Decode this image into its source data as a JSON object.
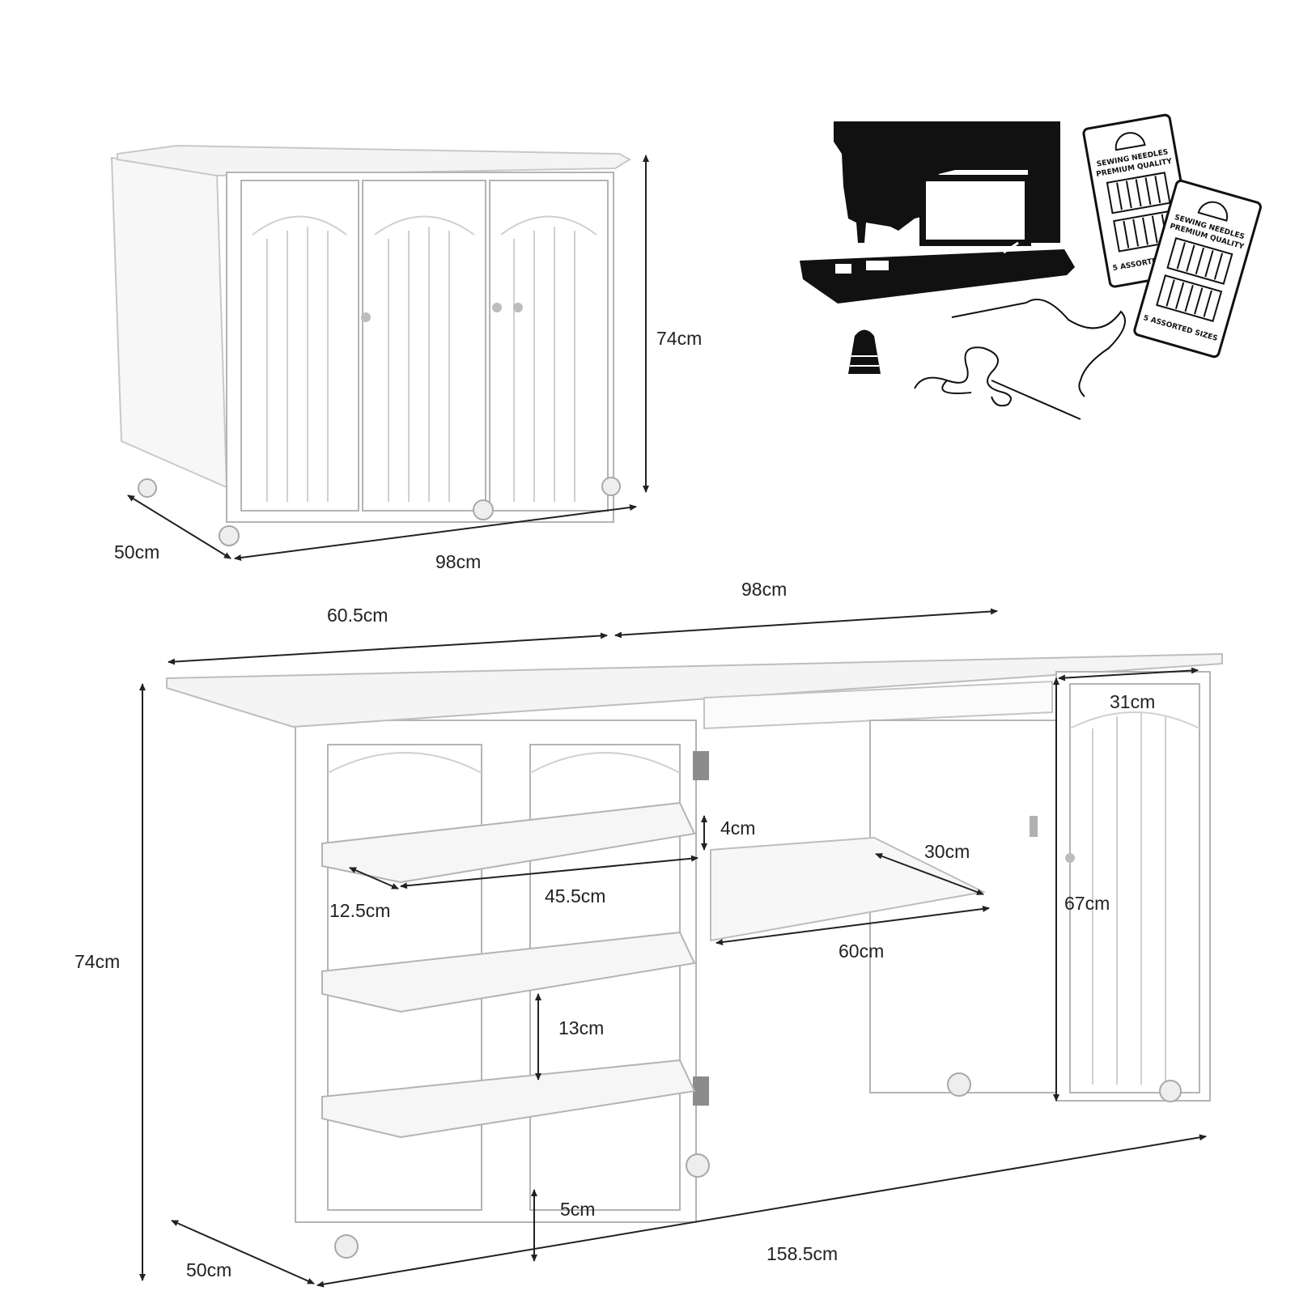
{
  "closed_view": {
    "height_label": "74cm",
    "depth_label": "50cm",
    "width_label": "98cm"
  },
  "open_view": {
    "left_leaf_label": "60.5cm",
    "main_top_label": "98cm",
    "cabinet_width_label": "31cm",
    "shelf_gap_label": "4cm",
    "middle_shelf_depth_label": "30cm",
    "shelf_width_label": "45.5cm",
    "shelf_depth_label": "12.5cm",
    "middle_shelf_width_label": "60cm",
    "cabinet_height_label": "67cm",
    "shelf_spacing_label": "13cm",
    "total_height_label": "74cm",
    "floor_clearance_label": "5cm",
    "depth_label": "50cm",
    "total_length_label": "158.5cm"
  },
  "accessories": {
    "needle_pack_line1": "SEWING NEEDLES",
    "needle_pack_line2": "PREMIUM QUALITY",
    "needle_pack_footer": "5 ASSORTED SIZES"
  }
}
